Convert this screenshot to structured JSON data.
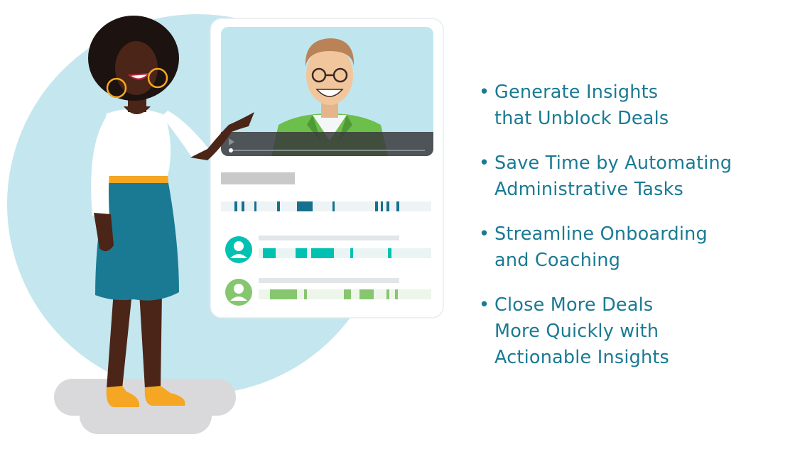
{
  "colors": {
    "text": "#1a7a93",
    "background_circle": "#c4e6ee",
    "floor": "#d9d9db",
    "skin": "#4a2518",
    "skirt": "#1a7a93",
    "waistband": "#f5a623",
    "shoes": "#f5a623",
    "video_bg": "#bfe6ee",
    "man_jacket": "#6cbf4a",
    "teal_accent": "#00c1b2",
    "green_accent": "#85c66f",
    "dark_teal_accent": "#16708e"
  },
  "illustration": {
    "person": "woman-presenting",
    "card_video_person": "man-with-glasses",
    "video_control_icon": "play-icon"
  },
  "bullets": [
    {
      "dot": "•",
      "lines": [
        "Generate Insights",
        "that Unblock Deals"
      ]
    },
    {
      "dot": "•",
      "lines": [
        "Save Time by Automating",
        "Administrative Tasks"
      ]
    },
    {
      "dot": "•",
      "lines": [
        "Streamline Onboarding",
        "and Coaching"
      ]
    },
    {
      "dot": "•",
      "lines": [
        "Close More Deals",
        "More Quickly with",
        "Actionable Insights"
      ]
    }
  ]
}
